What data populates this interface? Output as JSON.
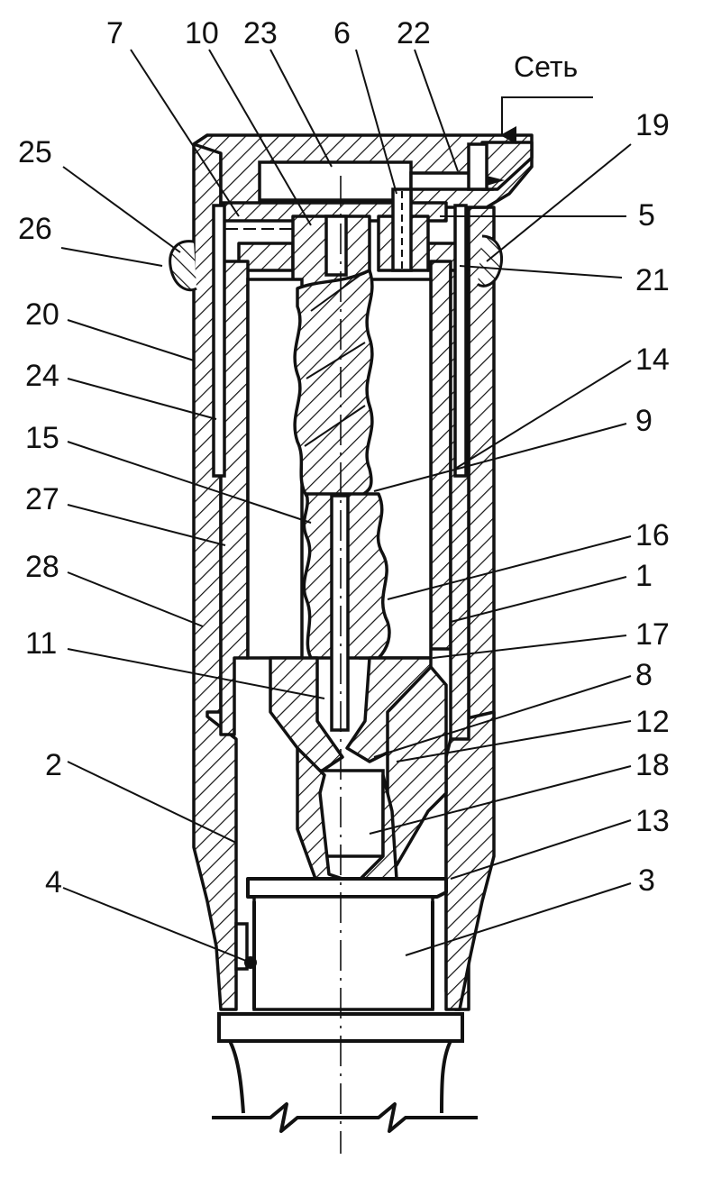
{
  "labels": {
    "l7": "7",
    "l10": "10",
    "l23": "23",
    "l6": "6",
    "l22": "22",
    "net": "Сеть",
    "l19": "19",
    "l25": "25",
    "l5": "5",
    "l26": "26",
    "l21": "21",
    "l20": "20",
    "l24": "24",
    "l14": "14",
    "l15": "15",
    "l9": "9",
    "l27": "27",
    "l16": "16",
    "l28": "28",
    "l1": "1",
    "l17": "17",
    "l11": "11",
    "l8": "8",
    "l12": "12",
    "l2": "2",
    "l18": "18",
    "l13": "13",
    "l4": "4",
    "l3": "3"
  }
}
